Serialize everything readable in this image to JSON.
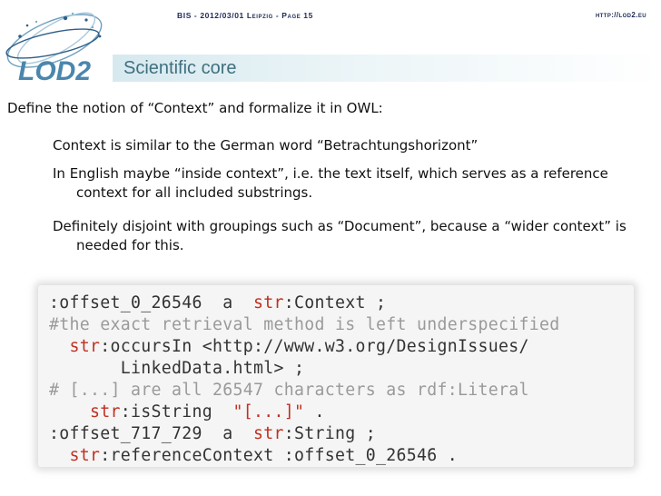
{
  "header": {
    "info": "BIS - 2012/03/01 Leipzig - Page 15",
    "url": "http://lod2.eu"
  },
  "logo": {
    "text": "LOD2"
  },
  "slide": {
    "title": "Scientific core",
    "main_point": "Define the notion of “Context” and formalize it in OWL:",
    "sub_points": [
      "Context is similar to the German word “Betrachtungshorizont”",
      "In English maybe “inside context”, i.e. the text itself, which serves as a reference context for all included substrings.",
      "Definitely disjoint with groupings such as “Document”, because a “wider context” is needed for this."
    ]
  },
  "code": {
    "l1_a": ":offset_0_26546  a  ",
    "l1_kw": "str",
    "l1_b": ":Context ;",
    "l2": "#the exact retrieval method is left underspecified",
    "l3_pre": "  ",
    "l3_kw": "str",
    "l3_b": ":occursIn <http://www.w3.org/DesignIssues/",
    "l4": "       LinkedData.html> ;",
    "l5": "# [...] are all 26547 characters as rdf:Literal",
    "l6_pre": "    ",
    "l6_kw": "str",
    "l6_b": ":isString  ",
    "l6_str": "\"[...]\"",
    "l6_c": " .",
    "l7_a": ":offset_717_729  a  ",
    "l7_kw": "str",
    "l7_b": ":String ;",
    "l8_pre": "  ",
    "l8_kw": "str",
    "l8_b": ":referenceContext :offset_0_26546 ."
  }
}
